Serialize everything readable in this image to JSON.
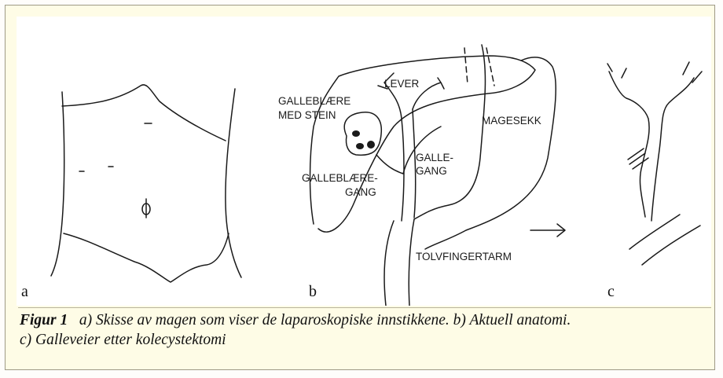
{
  "panels": {
    "a": "a",
    "b": "b",
    "c": "c"
  },
  "labels": {
    "lever": "LEVER",
    "galleblaere_stein_1": "GALLEBLÆRE",
    "galleblaere_stein_2": "MED STEIN",
    "galleblaeregang_1": "GALLEBLÆRE-",
    "galleblaeregang_2": "GANG",
    "gallegang_1": "GALLE-",
    "gallegang_2": "GANG",
    "magesekk": "MAGESEKK",
    "tolvfingertarm": "TOLVFINGERTARM"
  },
  "caption": {
    "label": "Figur 1",
    "text_line1": "a) Skisse av magen som viser de laparoskopiske innstikkene. b) Aktuell anatomi.",
    "text_line2": "c) Galleveier etter kolecystektomi"
  }
}
